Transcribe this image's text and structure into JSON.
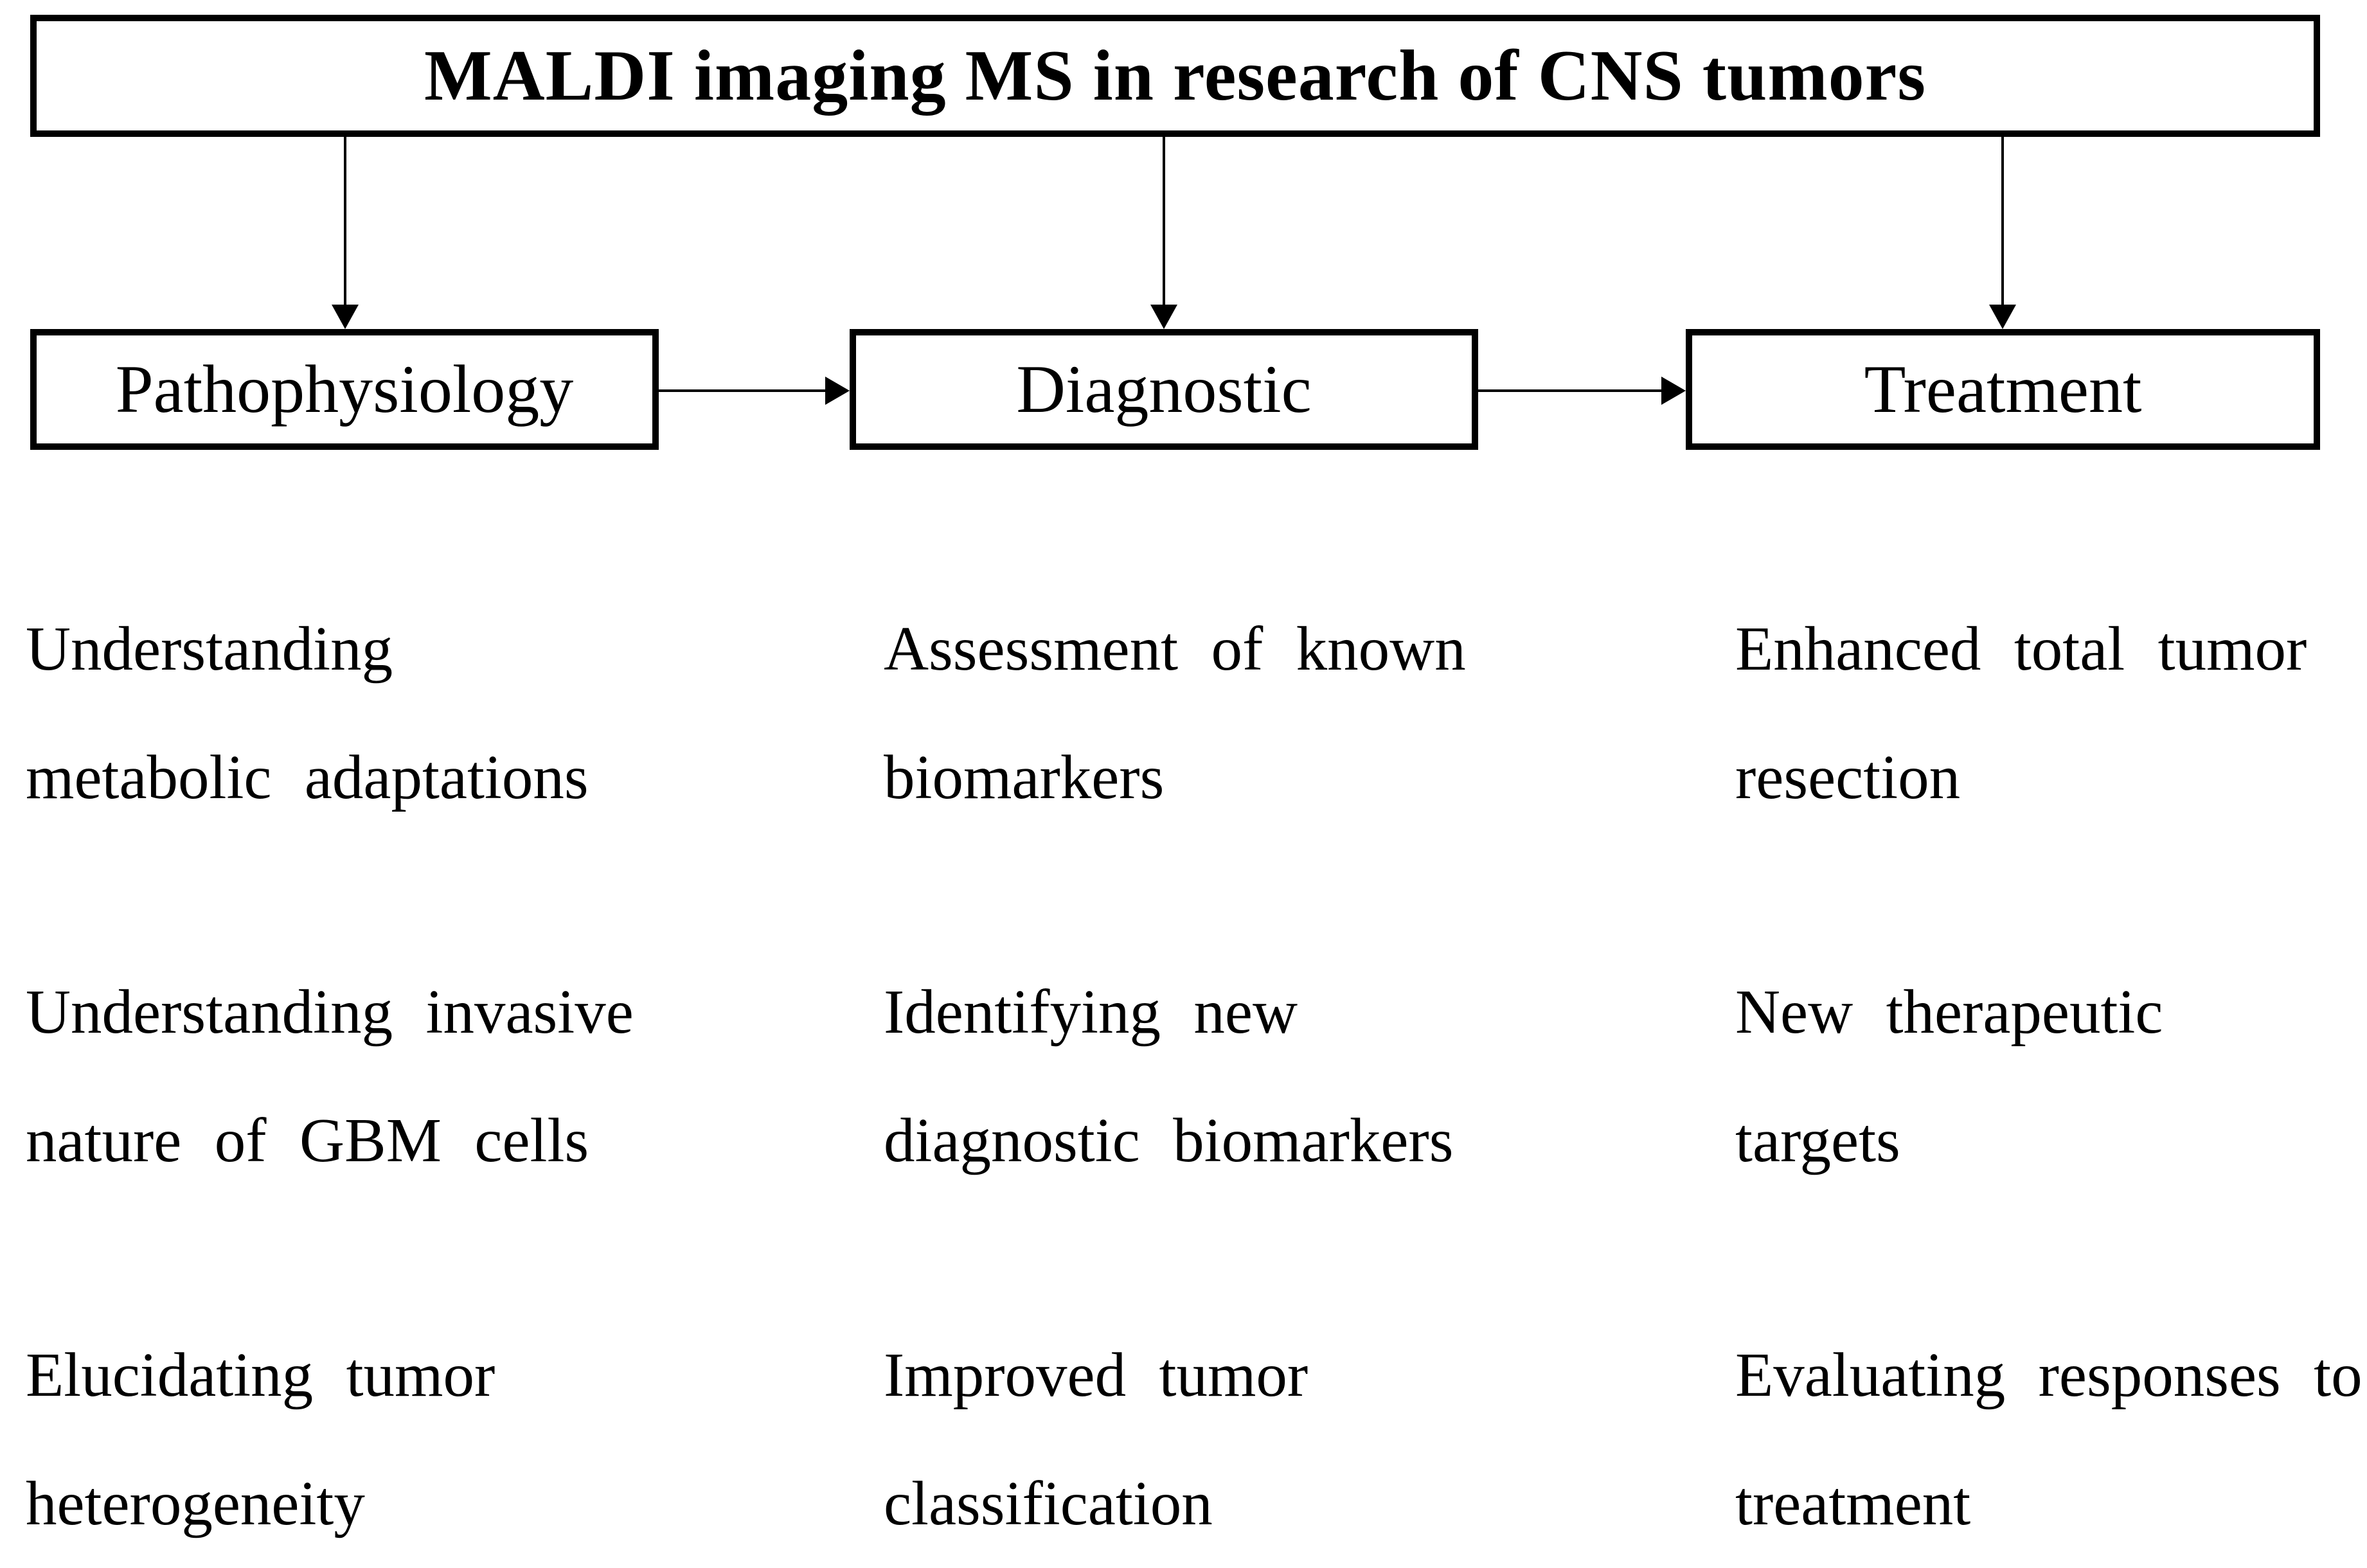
{
  "title": "MALDI imaging MS in research of CNS tumors",
  "branches": [
    {
      "label": "Pathophysiology",
      "items": [
        {
          "lines": [
            "Understanding",
            "metabolic adaptations"
          ]
        },
        {
          "lines": [
            "Understanding invasive",
            "nature of GBM cells"
          ]
        },
        {
          "lines": [
            "Elucidating tumor",
            "heterogeneity"
          ]
        }
      ]
    },
    {
      "label": "Diagnostic",
      "items": [
        {
          "lines": [
            "Assessment of known",
            "biomarkers"
          ]
        },
        {
          "lines": [
            "Identifying new",
            "diagnostic biomarkers"
          ]
        },
        {
          "lines": [
            "Improved tumor",
            "classification"
          ]
        }
      ]
    },
    {
      "label": "Treatment",
      "items": [
        {
          "lines": [
            "Enhanced total tumor",
            "resection"
          ]
        },
        {
          "lines": [
            "New therapeutic",
            "targets"
          ]
        },
        {
          "lines": [
            "Evaluating responses to",
            "treatment"
          ]
        }
      ]
    }
  ],
  "colors": {
    "ink": "#000000",
    "background": "#ffffff"
  }
}
